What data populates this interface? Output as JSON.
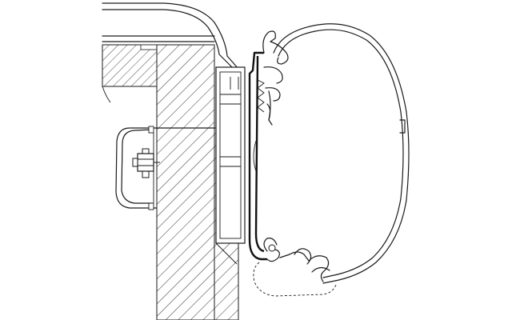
{
  "diagram": {
    "kind": "technical-cross-section",
    "colors": {
      "line": "#1a1a1a",
      "background": "#ffffff",
      "profile": "#111111"
    },
    "parts": [
      "vehicle-roof-outline",
      "wall-section-hatched",
      "ceiling-beam-hatched",
      "awning-adapter-rail",
      "awning-cassette-housing",
      "mounting-bracket",
      "bolt-fastener",
      "front-lip-profile",
      "dashed-fabric-bar"
    ]
  }
}
